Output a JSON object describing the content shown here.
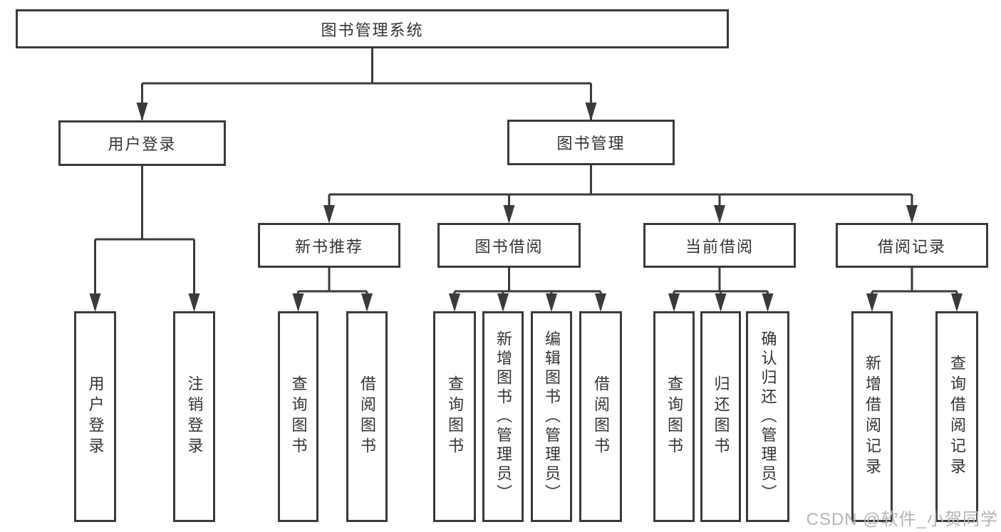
{
  "tree": {
    "root": {
      "label": "图书管理系统"
    },
    "level2": [
      {
        "label": "用户登录",
        "children": [
          {
            "label": "用户登录"
          },
          {
            "label": "注销登录"
          }
        ]
      },
      {
        "label": "图书管理",
        "children": [
          {
            "label": "新书推荐",
            "children": [
              {
                "label": "查询图书"
              },
              {
                "label": "借阅图书"
              }
            ]
          },
          {
            "label": "图书借阅",
            "children": [
              {
                "label": "查询图书"
              },
              {
                "label": "新增图书（管理员）"
              },
              {
                "label": "编辑图书（管理员）"
              },
              {
                "label": "借阅图书"
              }
            ]
          },
          {
            "label": "当前借阅",
            "children": [
              {
                "label": "查询图书"
              },
              {
                "label": "归还图书"
              },
              {
                "label": "确认归还（管理员）"
              }
            ]
          },
          {
            "label": "借阅记录",
            "children": [
              {
                "label": "新增借阅记录"
              },
              {
                "label": "查询借阅记录"
              }
            ]
          }
        ]
      }
    ]
  },
  "watermark": {
    "text": "CSDN @软件_小贺同学"
  },
  "colors": {
    "line": "#3a3a3a",
    "box_border": "#3a3a3a",
    "text": "#333333",
    "background": "#ffffff",
    "watermark": "#b5b5b5"
  }
}
